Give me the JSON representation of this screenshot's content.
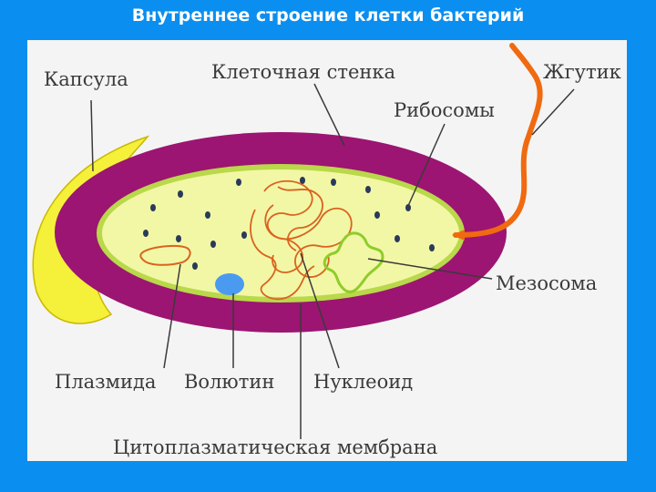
{
  "title": "Внутреннее строение клетки бактерий",
  "labels": {
    "capsule": "Капсула",
    "cell_wall": "Клеточная стенка",
    "ribosomes": "Рибосомы",
    "flagellum": "Жгутик",
    "mesosome": "Мезосома",
    "plasmid": "Плазмида",
    "volutin": "Волютин",
    "nucleoid": "Нуклеоид",
    "membrane": "Цитоплазматическая мембрана"
  },
  "colors": {
    "background": "#0a8ff0",
    "panel": "#f4f4f4",
    "capsule": "#f5f03a",
    "cell_wall": "#9c1572",
    "cytoplasm": "#f2f7a6",
    "membrane": "#b9d84a",
    "flagellum": "#f06a10",
    "volutin": "#4a9bf0",
    "mesosome": "#8fcc2a",
    "nucleoid": "#d9631f",
    "ribosome": "#2a3a5a"
  }
}
